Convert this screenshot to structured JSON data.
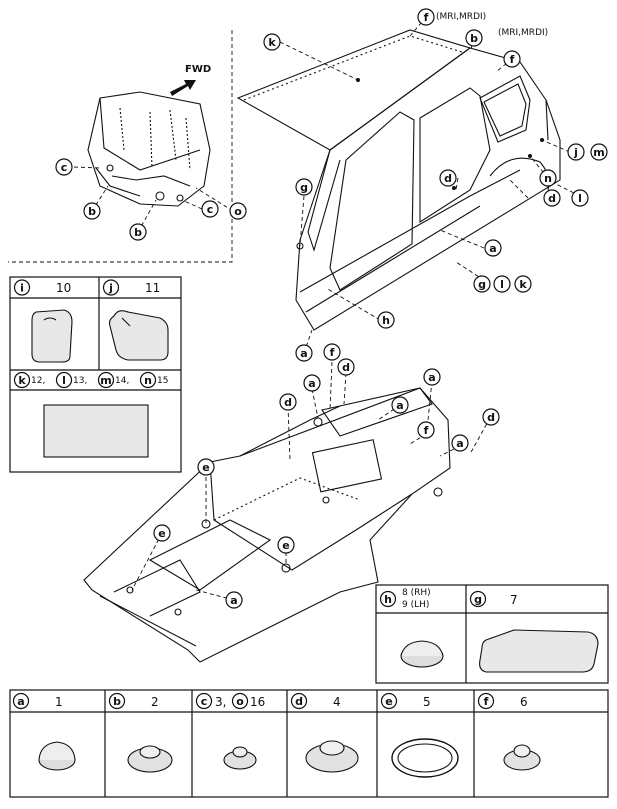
{
  "direction_label": "FWD",
  "body_callouts": [
    {
      "id": "k_roof",
      "letter": "k"
    },
    {
      "id": "f_top",
      "letter": "f",
      "note": "(MRI,MRDI)"
    },
    {
      "id": "b_top",
      "letter": "b"
    },
    {
      "id": "f_top2",
      "letter": "f",
      "note": "(MRI,MRDI)"
    },
    {
      "id": "j_side",
      "letter": "j"
    },
    {
      "id": "m_side",
      "letter": "m"
    },
    {
      "id": "n_side",
      "letter": "n"
    },
    {
      "id": "d_side1",
      "letter": "d"
    },
    {
      "id": "l_side1",
      "letter": "l"
    },
    {
      "id": "d_door",
      "letter": "d"
    },
    {
      "id": "g_pillar",
      "letter": "g"
    },
    {
      "id": "a_sill",
      "letter": "a"
    },
    {
      "id": "g_grp",
      "letter": "g"
    },
    {
      "id": "l_grp",
      "letter": "l"
    },
    {
      "id": "k_grp",
      "letter": "k"
    },
    {
      "id": "h_sill",
      "letter": "h"
    },
    {
      "id": "a_bottom",
      "letter": "a"
    }
  ],
  "inset_callouts": [
    {
      "id": "c_left",
      "letter": "c"
    },
    {
      "id": "b_inset1",
      "letter": "b"
    },
    {
      "id": "b_inset2",
      "letter": "b"
    },
    {
      "id": "c_right",
      "letter": "c"
    },
    {
      "id": "o_right",
      "letter": "o"
    }
  ],
  "floor_callouts": [
    {
      "id": "f_floor1",
      "letter": "f"
    },
    {
      "id": "d_floor1",
      "letter": "d"
    },
    {
      "id": "a_floor1",
      "letter": "a"
    },
    {
      "id": "a_floor2",
      "letter": "a"
    },
    {
      "id": "d_floor2",
      "letter": "d"
    },
    {
      "id": "a_floor3",
      "letter": "a"
    },
    {
      "id": "d_floor3",
      "letter": "d"
    },
    {
      "id": "f_floor2",
      "letter": "f"
    },
    {
      "id": "a_floor4",
      "letter": "a"
    },
    {
      "id": "e_floor1",
      "letter": "e"
    },
    {
      "id": "e_floor2",
      "letter": "e"
    },
    {
      "id": "e_floor3",
      "letter": "e"
    },
    {
      "id": "a_floor5",
      "letter": "a"
    }
  ],
  "left_table": {
    "cells": [
      {
        "letters": [
          "i"
        ],
        "text": "10"
      },
      {
        "letters": [
          "j"
        ],
        "text": "11"
      }
    ],
    "wide_header": {
      "parts": [
        {
          "letter": "k",
          "text": "12,"
        },
        {
          "letter": "l",
          "text": "13,"
        },
        {
          "letter": "m",
          "text": "14,"
        },
        {
          "letter": "n",
          "text": "15"
        }
      ]
    }
  },
  "right_table": {
    "cells": [
      {
        "letter": "h",
        "line1": "8 (RH)",
        "line2": "9 (LH)"
      },
      {
        "letter": "g",
        "text": "7"
      }
    ]
  },
  "bottom_table": {
    "cells": [
      {
        "letter": "a",
        "text": "1"
      },
      {
        "letter": "b",
        "text": "2"
      },
      {
        "letter": "c",
        "text": "3,",
        "letter2": "o",
        "text2": "16"
      },
      {
        "letter": "d",
        "text": "4"
      },
      {
        "letter": "e",
        "text": "5"
      },
      {
        "letter": "f",
        "text": "6"
      }
    ]
  }
}
